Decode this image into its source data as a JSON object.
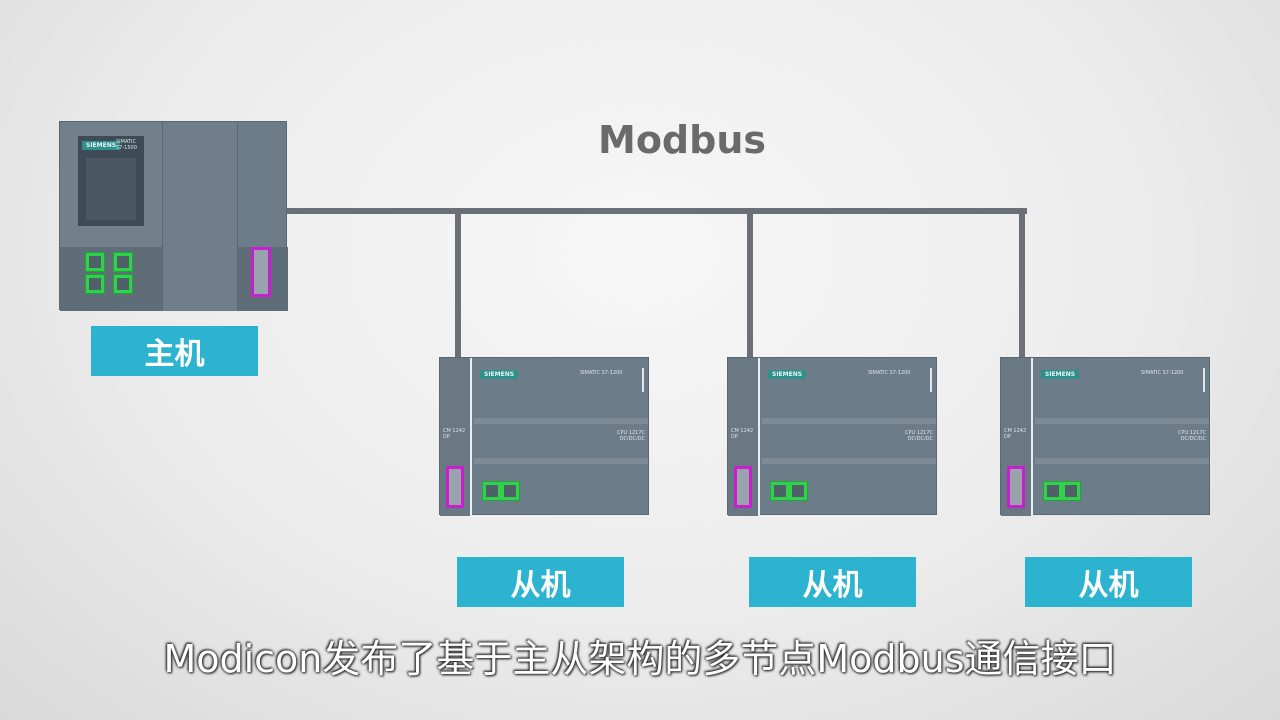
{
  "title": "Modbus",
  "master": {
    "brand": "SIEMENS",
    "model": "SIMATIC S7-1500",
    "label": "主机"
  },
  "slaves": [
    {
      "brand": "SIEMENS",
      "model": "SIMATIC S7-1200",
      "cm": "CM 1242 DP",
      "cpu": "CPU 1217C DC/DC/DC",
      "label": "从机"
    },
    {
      "brand": "SIEMENS",
      "model": "SIMATIC S7-1200",
      "cm": "CM 1242 DP",
      "cpu": "CPU 1217C DC/DC/DC",
      "label": "从机"
    },
    {
      "brand": "SIEMENS",
      "model": "SIMATIC S7-1200",
      "cm": "CM 1242 DP",
      "cpu": "CPU 1217C DC/DC/DC",
      "label": "从机"
    }
  ],
  "caption": "Modicon发布了基于主从架构的多节点Modbus通信接口",
  "colors": {
    "label_bg": "#2bb3d0",
    "port_green": "#2fd24a",
    "port_magenta": "#c81fd0"
  }
}
